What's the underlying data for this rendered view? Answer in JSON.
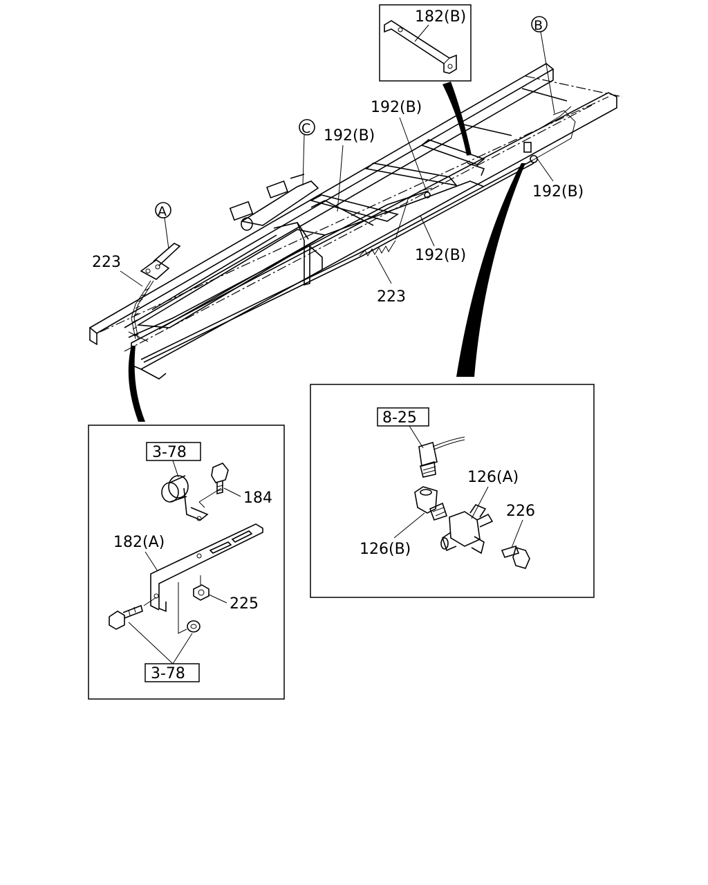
{
  "labels": {
    "p182b_top": "182(B)",
    "ref_b": "B",
    "ref_c": "C",
    "ref_a": "A",
    "p192b_1": "192(B)",
    "p192b_2": "192(B)",
    "p192b_3": "192(B)",
    "p192b_4": "192(B)",
    "p223_left": "223",
    "p223_mid": "223",
    "box_825": "8-25",
    "p126a": "126(A)",
    "p126b": "126(B)",
    "p226": "226",
    "box_378_top": "3-78",
    "p184": "184",
    "p182a": "182(A)",
    "p225": "225",
    "box_378_bottom": "3-78"
  }
}
